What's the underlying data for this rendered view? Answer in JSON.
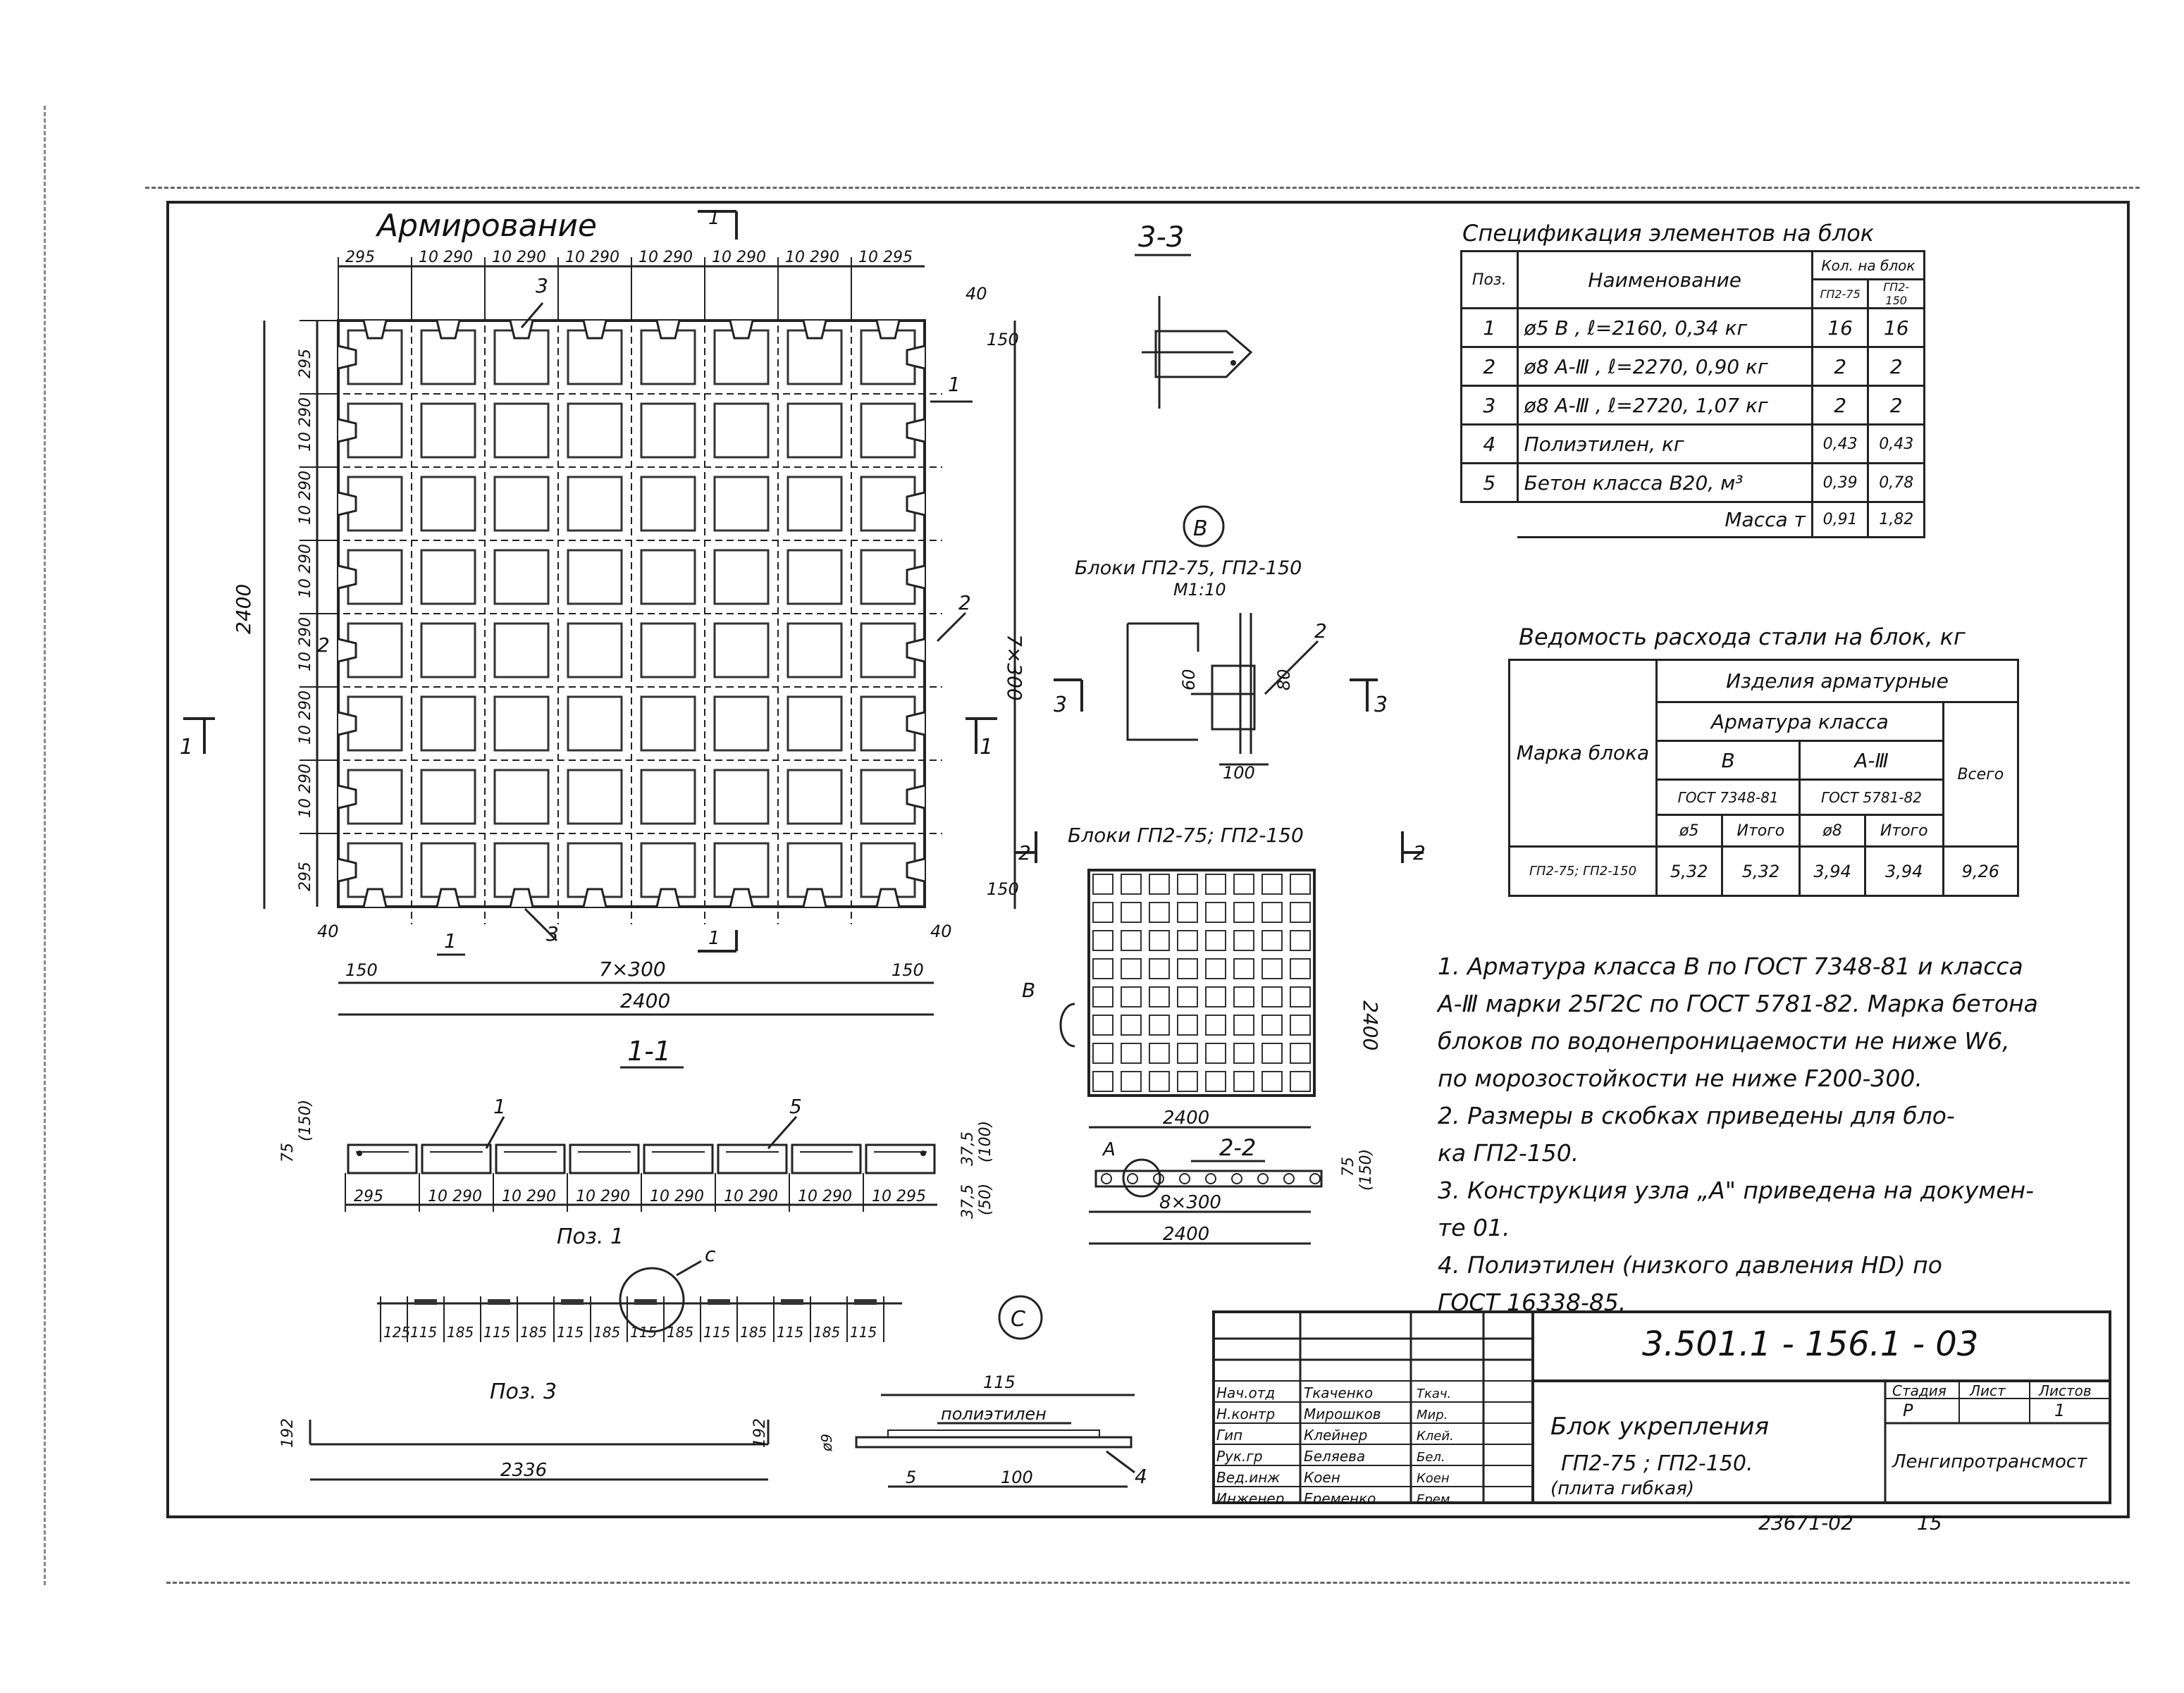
{
  "views": {
    "reinforcement_title": "Армирование",
    "section_33": "3-3",
    "section_11": "1-1",
    "section_22": "2-2",
    "blocks_title_b": "Блоки ГП2-75, ГП2-150",
    "blocks_scale": "М1:10",
    "blocks_title_plan": "Блоки ГП2-75; ГП2-150",
    "pos1": "Поз. 1",
    "pos3": "Поз. 3",
    "node_B": "В",
    "node_C": "С",
    "node_A": "А",
    "polyethylene": "полиэтилен"
  },
  "top_dims": [
    "295",
    "10 290",
    "10 290",
    "10 290",
    "10 290",
    "10 290",
    "10 290",
    "10 295"
  ],
  "left_dims": [
    "295",
    "10 290",
    "10 290",
    "10 290",
    "10 290",
    "10 290",
    "10 290",
    "295"
  ],
  "section_dims": [
    "295",
    "10 290",
    "10 290",
    "10 290",
    "10 290",
    "10 290",
    "10 290",
    "10 295"
  ],
  "pos3_dims": [
    "125",
    "115",
    "185",
    "115",
    "185",
    "115",
    "185",
    "115",
    "185",
    "115",
    "185",
    "115",
    "185",
    "115"
  ],
  "dims": {
    "d2400": "2400",
    "d7x300": "7×300",
    "d8x300": "8×300",
    "d150": "150",
    "d40": "40",
    "d75": "75",
    "d150p": "(150)",
    "d375": "37,5",
    "d100p": "(100)",
    "d50p": "(50)",
    "d60": "60",
    "d80": "80",
    "d100": "100",
    "d115": "115",
    "d5": "5",
    "d192": "192",
    "d2336": "2336",
    "d9": "ø9"
  },
  "callouts": [
    "1",
    "2",
    "3",
    "4",
    "5",
    "с"
  ],
  "section_marks": [
    "1",
    "2",
    "3"
  ],
  "spec": {
    "title": "Спецификация элементов на блок",
    "col_pos": "Поз.",
    "col_name": "Наименование",
    "col_qty": "Кол. на блок",
    "col_a": "ГП2-75",
    "col_b": "ГП2-150",
    "rows": [
      {
        "pos": "1",
        "name": "ø5 В , ℓ=2160, 0,34 кг",
        "a": "16",
        "b": "16"
      },
      {
        "pos": "2",
        "name": "ø8 А-Ⅲ , ℓ=2270, 0,90 кг",
        "a": "2",
        "b": "2"
      },
      {
        "pos": "3",
        "name": "ø8 А-Ⅲ , ℓ=2720, 1,07 кг",
        "a": "2",
        "b": "2"
      },
      {
        "pos": "4",
        "name": "Полиэтилен, кг",
        "a": "0,43",
        "b": "0,43"
      },
      {
        "pos": "5",
        "name": "Бетон класса В20, м³",
        "a": "0,39",
        "b": "0,78"
      }
    ],
    "mass_label": "Масса т",
    "mass_a": "0,91",
    "mass_b": "1,82"
  },
  "steel": {
    "title": "Ведомость расхода стали на блок, кг",
    "h_products": "Изделия арматурные",
    "h_rebar": "Арматура класса",
    "h_mark": "Марка блока",
    "h_B": "В",
    "h_AIII": "А-Ⅲ",
    "h_gost1": "ГОСТ 7348-81",
    "h_gost2": "ГОСТ 5781-82",
    "h_total": "Всего",
    "h_d5": "ø5",
    "h_sum1": "Итого",
    "h_d8": "ø8",
    "h_sum2": "Итого",
    "row_mark": "ГП2-75; ГП2-150",
    "v1": "5,32",
    "v2": "5,32",
    "v3": "3,94",
    "v4": "3,94",
    "v5": "9,26"
  },
  "notes": [
    "1. Арматура класса В по ГОСТ 7348-81 и класса",
    "А-Ⅲ марки 25Г2С по ГОСТ 5781-82. Марка бетона",
    "блоков по водонепроницаемости не ниже W6,",
    "по морозостойкости не ниже F200-300.",
    "2. Размеры в скобках приведены для бло-",
    "ка ГП2-150.",
    "3. Конструкция узла „А\" приведена на докумен-",
    "те 01.",
    "4. Полиэтилен (низкого давления HD) по",
    "ГОСТ 16338-85."
  ],
  "title_block": {
    "doc_code": "3.501.1 - 156.1 - 03",
    "roles": [
      "Нач.отд",
      "Н.контр",
      "Гип",
      "Рук.гр",
      "Вед.инж",
      "Инженер"
    ],
    "names": [
      "Ткаченко",
      "Мирошков",
      "Клейнер",
      "Беляева",
      "Коен",
      "Еременко"
    ],
    "signatures": [
      "Ткач.",
      "Мир.",
      "Клей.",
      "Бел.",
      "Коен",
      "Ерем."
    ],
    "name_line1": "Блок укрепления",
    "name_line2": "ГП2-75 ; ГП2-150.",
    "name_line3": "(плита гибкая)",
    "stage_label": "Стадия",
    "sheet_label": "Лист",
    "sheets_label": "Листов",
    "stage": "Р",
    "sheets": "1",
    "org": "Ленгипротрансмост",
    "footer_code": "23671-02",
    "footer_page": "15"
  }
}
